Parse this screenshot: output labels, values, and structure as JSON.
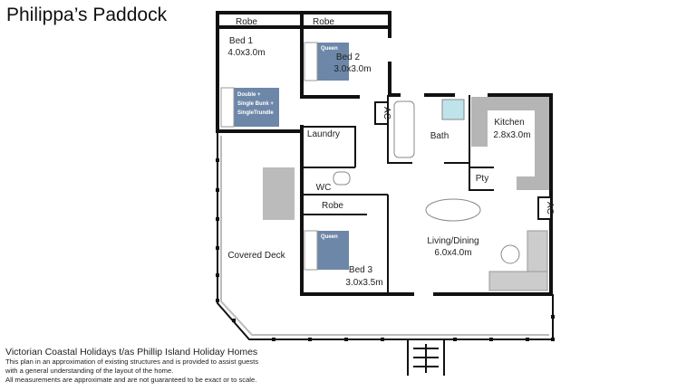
{
  "title": "Philippa’s Paddock",
  "rooms": {
    "robe1": "Robe",
    "robe2": "Robe",
    "bed1": "Bed 1",
    "bed1_size": "4.0x3.0m",
    "bed1_beds": [
      "Double +",
      "Single Bunk +",
      "SingleTrundle"
    ],
    "bed2": "Bed 2",
    "bed2_size": "3.0x3.0m",
    "bed2_bed": "Queen",
    "ac1": "AC",
    "ac2": "AC",
    "laundry": "Laundry",
    "bath": "Bath",
    "kitchen": "Kitchen",
    "kitchen_size": "2.8x3.0m",
    "wc": "WC",
    "pty": "Pty",
    "robe3": "Robe",
    "living": "Living/Dining",
    "living_size": "6.0x4.0m",
    "deck": "Covered Deck",
    "bed3": "Bed 3",
    "bed3_size": "3.0x3.5m",
    "bed3_bed": "Queen"
  },
  "footer": {
    "company": "Victorian Coastal Holidays t/as Phillip Island Holiday Homes",
    "lines": [
      "This plan in an approximation of existing structures and is provided to assist guests",
      "with a general understanding of the layout of the home.",
      "All measurements are approximate and are not guaranteed to be exact or to scale."
    ]
  },
  "colors": {
    "bed": "#6d87a8",
    "kitchen_bench": "#b5b5b5",
    "shower": "#bfe3ea"
  }
}
